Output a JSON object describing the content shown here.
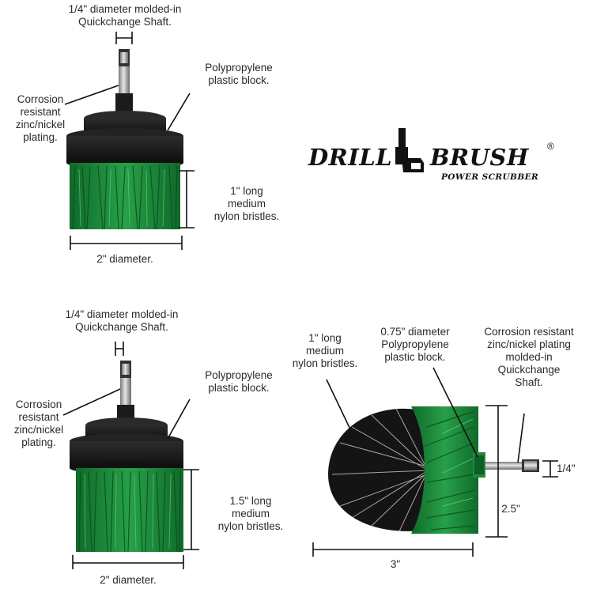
{
  "brand": {
    "name_left": "DRILL",
    "name_right": "BRUSH",
    "registered": "®",
    "tagline": "POWER SCRUBBER"
  },
  "top_brush": {
    "shaft_label": "1/4\" diameter molded-in\nQuickchange Shaft.",
    "plating_label": "Corrosion\nresistant\nzinc/nickel\nplating.",
    "block_label": "Polypropylene\nplastic block.",
    "bristle_label": "1\" long\nmedium\nnylon bristles.",
    "diameter_label": "2\" diameter."
  },
  "bottom_left_brush": {
    "shaft_label": "1/4\" diameter molded-in\nQuickchange Shaft.",
    "plating_label": "Corrosion\nresistant\nzinc/nickel\nplating.",
    "block_label": "Polypropylene\nplastic block.",
    "bristle_label": "1.5\" long\nmedium\nnylon bristles.",
    "diameter_label": "2\" diameter."
  },
  "bottom_right_brush": {
    "bristle_label": "1\" long\nmedium\nnylon bristles.",
    "block_label": "0.75\" diameter\nPolypropylene\nplastic block.",
    "shaft_label": "Corrosion resistant\nzinc/nickel plating\nmolded-in\nQuickchange\nShaft.",
    "shaft_dim": "1/4\"",
    "height_dim": "2.5\"",
    "width_dim": "3\""
  },
  "colors": {
    "bristle_green": "#1f8a3c",
    "bristle_dark_green": "#0f5e26",
    "block_black": "#1a1a1a",
    "shaft_silver": "#b8b8b8"
  }
}
